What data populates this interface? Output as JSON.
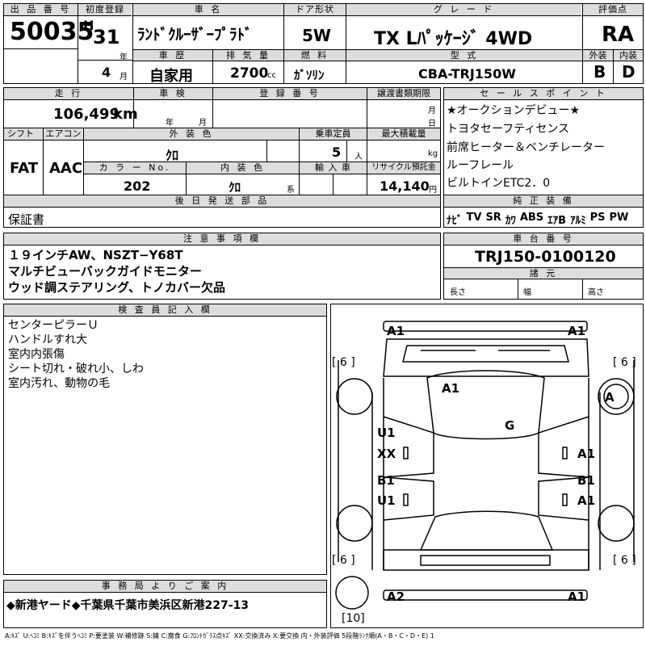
{
  "header": {
    "lot_label": "出 品 番 号",
    "lot_number": "50035",
    "first_reg_label": "初度登録",
    "era": "H",
    "year": "31",
    "year_unit": "年",
    "month": "4",
    "month_unit": "月",
    "car_name_label": "車 名",
    "car_name": "ﾗﾝﾄﾞｸﾙｰｻﾞｰﾌﾟﾗﾄﾞ",
    "door_label": "ドア形状",
    "door": "5W",
    "grade_label": "グ レ ー ド",
    "grade": "TX Lﾊﾟｯｹｰｼﾞ 4WD",
    "score_label": "評価点",
    "score": "RA",
    "history_label": "車 歴",
    "history": "自家用",
    "displacement_label": "排 気 量",
    "displacement": "2700",
    "displacement_unit": "cc",
    "fuel_label": "燃 料",
    "fuel": "ｶﾞｿﾘﾝ",
    "model_label": "型 式",
    "model": "CBA-TRJ150W",
    "ext_grade_label": "外装",
    "ext_grade": "B",
    "int_grade_label": "内装",
    "int_grade": "D"
  },
  "details": {
    "mileage_label": "走 行",
    "mileage": "106,499",
    "mileage_unit": "km",
    "inspection_label": "車 検",
    "insp_year_unit": "年",
    "insp_month_unit": "月",
    "plate_label": "登 録 番 号",
    "transfer_label": "譲渡書類期限",
    "transfer_month_unit": "月",
    "transfer_day_unit": "日",
    "shift_label": "シフト",
    "shift": "FAT",
    "ac_label": "エアコン",
    "ac": "AAC",
    "color_label": "外 装 色",
    "color": "ｸﾛ",
    "capacity_label": "乗車定員",
    "capacity": "5",
    "capacity_unit": "人",
    "load_label": "最大積載量",
    "load_unit": "kg",
    "color_no_label": "カ ラ ー No.",
    "color_no": "202",
    "interior_color_label": "内 装 色",
    "interior_color": "ｸﾛ",
    "interior_unit": "系",
    "import_label": "輸 入 車",
    "recycle_label": "リサイクル預託金",
    "recycle": "14,140",
    "recycle_unit": "円",
    "later_docs_label": "後 日 発 送 部 品",
    "later_docs": "保証書"
  },
  "sales_points": {
    "label": "セ ー ル ス ポ イ ン ト",
    "items": [
      "★オークションデビュー★",
      "トヨタセーフティセンス",
      "前席ヒーター＆ベンチレーター",
      "ルーフレール",
      "ビルトインETC2．0"
    ]
  },
  "equipment": {
    "label": "純 正 装 備",
    "items": [
      "ﾅﾋﾞ",
      "TV",
      "SR",
      "ｶﾜ",
      "ABS",
      "ｴｱB",
      "ｱﾙﾐ",
      "PS",
      "PW"
    ]
  },
  "notes": {
    "label": "注 意 事 項 欄",
    "lines": [
      "１９インチAW、NSZT−Y68T",
      "マルチビューバックガイドモニター",
      "ウッド調ステアリング、トノカバー欠品"
    ]
  },
  "chassis": {
    "label": "車 台 番 号",
    "number": "TRJ150-0100120",
    "specs_label": "諸 元",
    "length_label": "長さ",
    "width_label": "幅",
    "height_label": "高さ"
  },
  "inspector": {
    "label": "検 査 員 記 入 欄",
    "lines": [
      "センターピラーＵ",
      "ハンドルすれ大",
      "室内内張傷",
      "シート切れ・破れ小、しわ",
      "室内汚れ、動物の毛"
    ]
  },
  "diagram": {
    "marks": [
      "A1",
      "A1",
      "A1",
      "A",
      "G",
      "U1",
      "XX",
      "A1",
      "B1",
      "U1",
      "B1",
      "A1",
      "A2",
      "A1"
    ],
    "tire_marks": [
      "[ 6 ]",
      "[ 6 ]",
      "[ 6 ]",
      "[ 6 ]",
      "[10]"
    ]
  },
  "office": {
    "label": "事 務 局 よ り ご 案 内",
    "text": "◆新港ヤード◆千葉県千葉市美浜区新港227-13"
  },
  "legend": "A:ｷｽﾞ U:ﾍｺﾐ B:ｷｽﾞを伴うﾍｺﾐ P:要塗装 W:補修跡 S:錆 C:腐食 G:ﾌﾛﾝﾄｶﾞﾗｽ点ｷｽﾞ XX:交換済み X:要交換 内・外装評価 5段階ﾗﾝｸ順(A・B・C・D・E) 1"
}
